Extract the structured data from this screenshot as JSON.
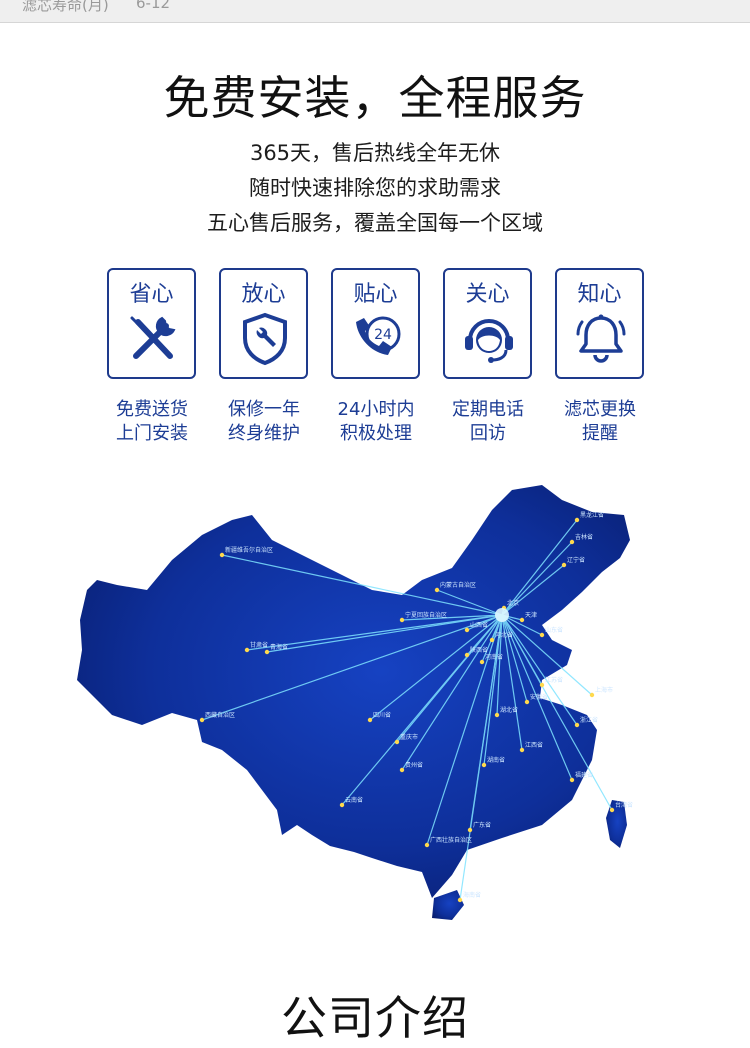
{
  "top_row": {
    "label": "滤芯寿命(月)",
    "value": "6-12"
  },
  "headline": "免费安装，全程服务",
  "subtitle_lines": [
    "365天，售后热线全年无休",
    "随时快速排除您的求助需求",
    "五心售后服务，覆盖全国每一个区域"
  ],
  "services": [
    {
      "title": "省心",
      "icon": "tools-icon",
      "caption": [
        "免费送货",
        "上门安装"
      ]
    },
    {
      "title": "放心",
      "icon": "shield-wrench-icon",
      "caption": [
        "保修一年",
        "终身维护"
      ]
    },
    {
      "title": "贴心",
      "icon": "phone-24-icon",
      "badge": "24",
      "caption": [
        "24小时内",
        "积极处理"
      ]
    },
    {
      "title": "关心",
      "icon": "headset-icon",
      "caption": [
        "定期电话",
        "回访"
      ]
    },
    {
      "title": "知心",
      "icon": "bell-icon",
      "caption": [
        "滤芯更换",
        "提醒"
      ]
    }
  ],
  "colors": {
    "accent": "#1d3d95",
    "map": "#0e2f9a",
    "map_dark": "#081c6a",
    "line": "#7fe3ff"
  },
  "map_labels": [
    "黑龙江省",
    "吉林省",
    "辽宁省",
    "内蒙古自治区",
    "新疆维吾尔自治区",
    "西藏自治区",
    "青海省",
    "甘肃省",
    "宁夏回族自治区",
    "陕西省",
    "山西省",
    "河北省",
    "北京",
    "天津",
    "山东省",
    "河南省",
    "江苏省",
    "上海市",
    "安徽省",
    "湖北省",
    "浙江省",
    "四川省",
    "重庆市",
    "贵州省",
    "湖南省",
    "江西省",
    "福建省",
    "云南省",
    "广西壮族自治区",
    "广东省",
    "海南省",
    "台湾省"
  ],
  "bottom_title": "公司介绍"
}
